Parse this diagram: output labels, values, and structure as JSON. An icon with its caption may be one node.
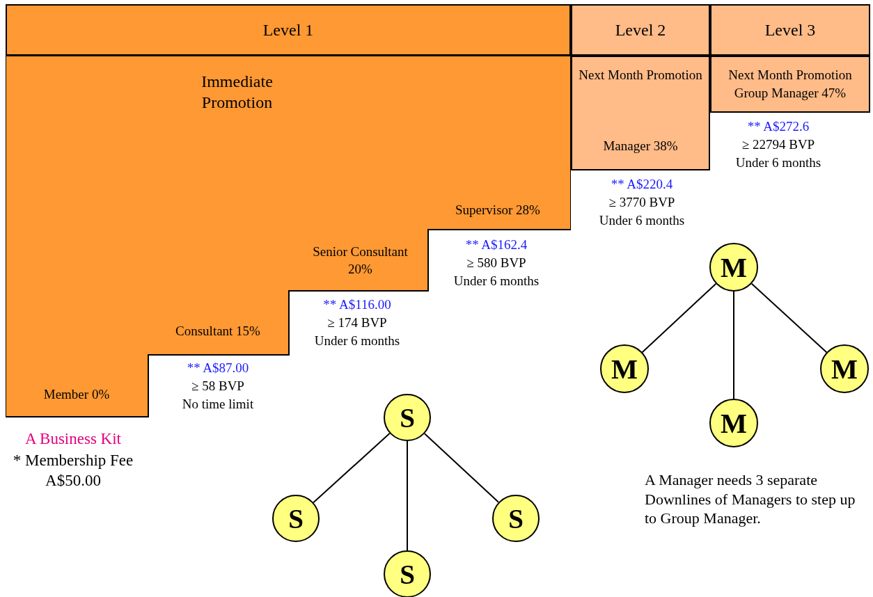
{
  "diagram": {
    "nodes": [
      {
        "text": [
          "Level 1"
        ]
      },
      {
        "text": [
          "Level 2"
        ]
      },
      {
        "text": [
          "Level 3"
        ]
      },
      {
        "text": [
          "Immediate Promotion"
        ]
      },
      {
        "text": [
          "Member 0%"
        ],
        "in": 3,
        "beside": [
          "A Business Kit",
          "* Membership Fee A$50.00"
        ]
      },
      {
        "text": [
          "Consultant 15%"
        ],
        "in": 3,
        "beside": [
          "** A$87.00",
          "≥ 58 BVP",
          "No time limit"
        ]
      },
      {
        "text": [
          "Senior Consultant 20%"
        ],
        "in": 3,
        "beside": [
          "** A$116.00",
          "≥ 174 BVP",
          "Under 6 months"
        ]
      },
      {
        "text": [
          "Supervisor 28%"
        ],
        "in": 3,
        "beside": [
          "** A$162.4",
          "≥ 580 BVP",
          "Under 6 months"
        ]
      },
      {
        "text": [
          "Next Month Promotion",
          "Manager 38%"
        ],
        "beside": [
          "** A$220.4",
          "≥ 3770 BVP",
          "Under 6 months"
        ]
      },
      {
        "text": [
          "Next Month Promotion",
          "Group Manager 47%"
        ],
        "beside": [
          "** A$272.6",
          "≥ 22794 BVP",
          "Under 6 months"
        ]
      },
      {
        "text": [
          "S"
        ]
      },
      {
        "text": [
          "S"
        ]
      },
      {
        "text": [
          "S"
        ]
      },
      {
        "text": [
          "S"
        ]
      },
      {
        "text": [
          "M"
        ]
      },
      {
        "text": [
          "M"
        ]
      },
      {
        "text": [
          "M"
        ]
      },
      {
        "text": [
          "M"
        ]
      }
    ],
    "edges": [
      {
        "from": 10,
        "to": 11,
        "arrow": "none"
      },
      {
        "from": 10,
        "to": 13,
        "arrow": "none"
      },
      {
        "from": 10,
        "to": 12,
        "arrow": "none"
      },
      {
        "from": 14,
        "to": 15,
        "arrow": "none"
      },
      {
        "from": 14,
        "to": 17,
        "arrow": "none"
      },
      {
        "from": 14,
        "to": 16,
        "arrow": "none"
      }
    ],
    "labels": [
      "A Manager needs 3 separate Downlines of Managers to step up to Group Manager."
    ]
  }
}
